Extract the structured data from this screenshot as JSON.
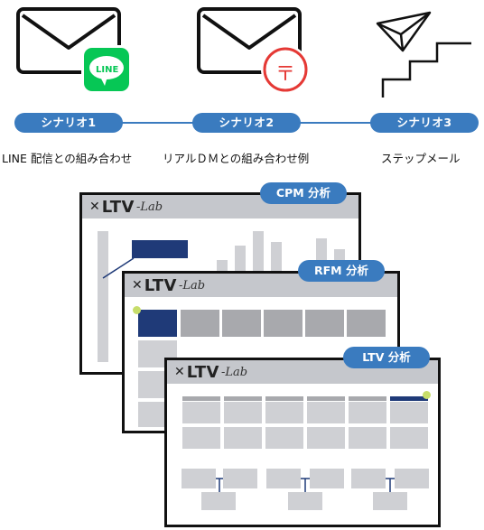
{
  "scenarios": [
    {
      "label": "シナリオ1",
      "caption": "LINE 配信との組み合わせ",
      "icon": "envelope-line-icon"
    },
    {
      "label": "シナリオ2",
      "caption": "リアルＤＭとの組み合わせ例",
      "icon": "envelope-postmark-icon"
    },
    {
      "label": "シナリオ3",
      "caption": "ステップメール",
      "icon": "paper-plane-stairs-icon"
    }
  ],
  "line_badge_text": "LINE",
  "postal_mark": "〒",
  "brand": {
    "x": "✕",
    "ltv": "LTV",
    "lab": "-Lab"
  },
  "windows": {
    "cpm": {
      "tag": "CPM 分析"
    },
    "rfm": {
      "tag": "RFM 分析"
    },
    "ltv": {
      "tag": "LTV 分析"
    }
  },
  "colors": {
    "accent": "#3a7bbf",
    "line_green": "#06c755",
    "postal_red": "#e53935",
    "navy": "#1f3a78",
    "dot": "#c7dd6a"
  }
}
